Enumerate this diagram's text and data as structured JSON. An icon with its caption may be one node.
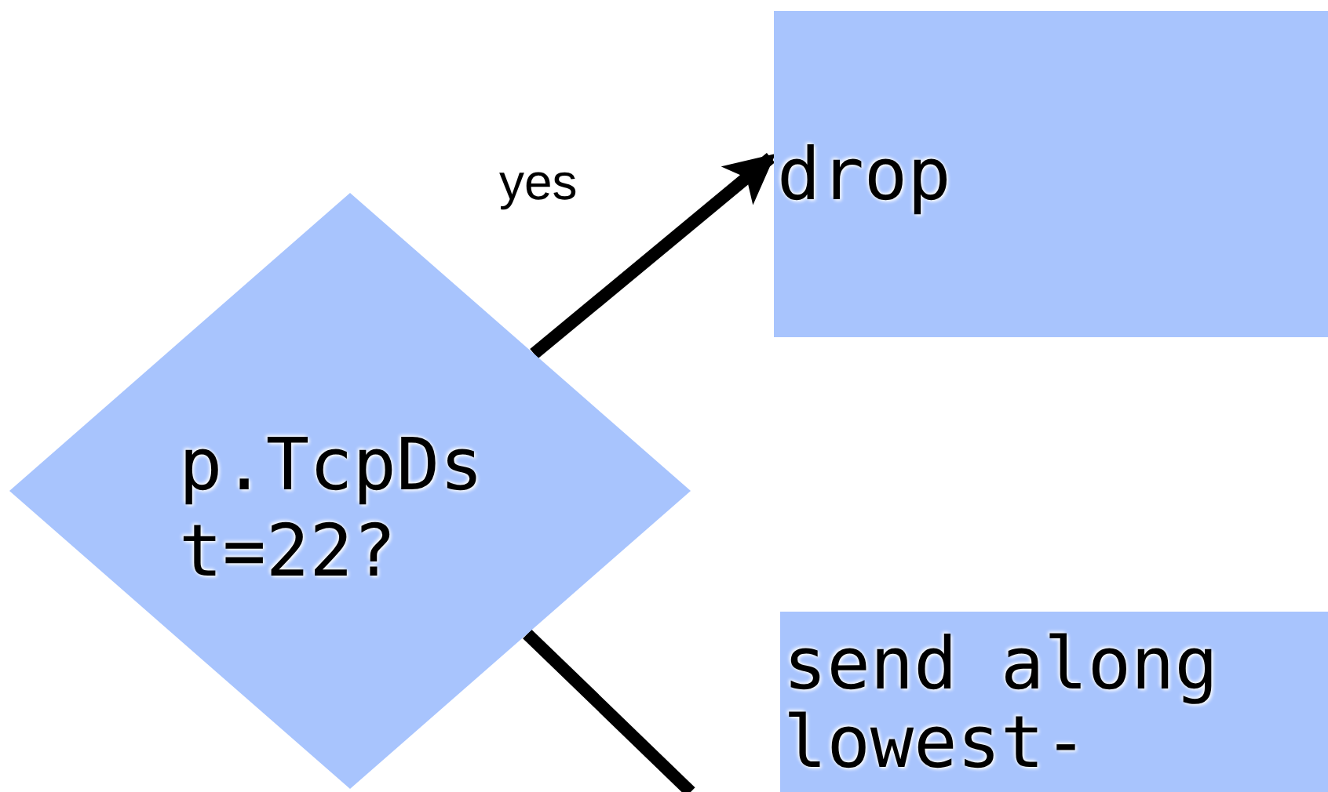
{
  "diagram": {
    "nodes": [
      {
        "text": [
          "p.TcpDst=22?"
        ]
      },
      {
        "text": [
          "drop"
        ]
      },
      {
        "text": [
          "send along lowest-"
        ]
      }
    ],
    "edges": [
      {
        "from": 0,
        "to": 1,
        "arrow": "to",
        "label": "yes"
      },
      {
        "from": 0,
        "to": null,
        "arrow": "none"
      }
    ]
  }
}
